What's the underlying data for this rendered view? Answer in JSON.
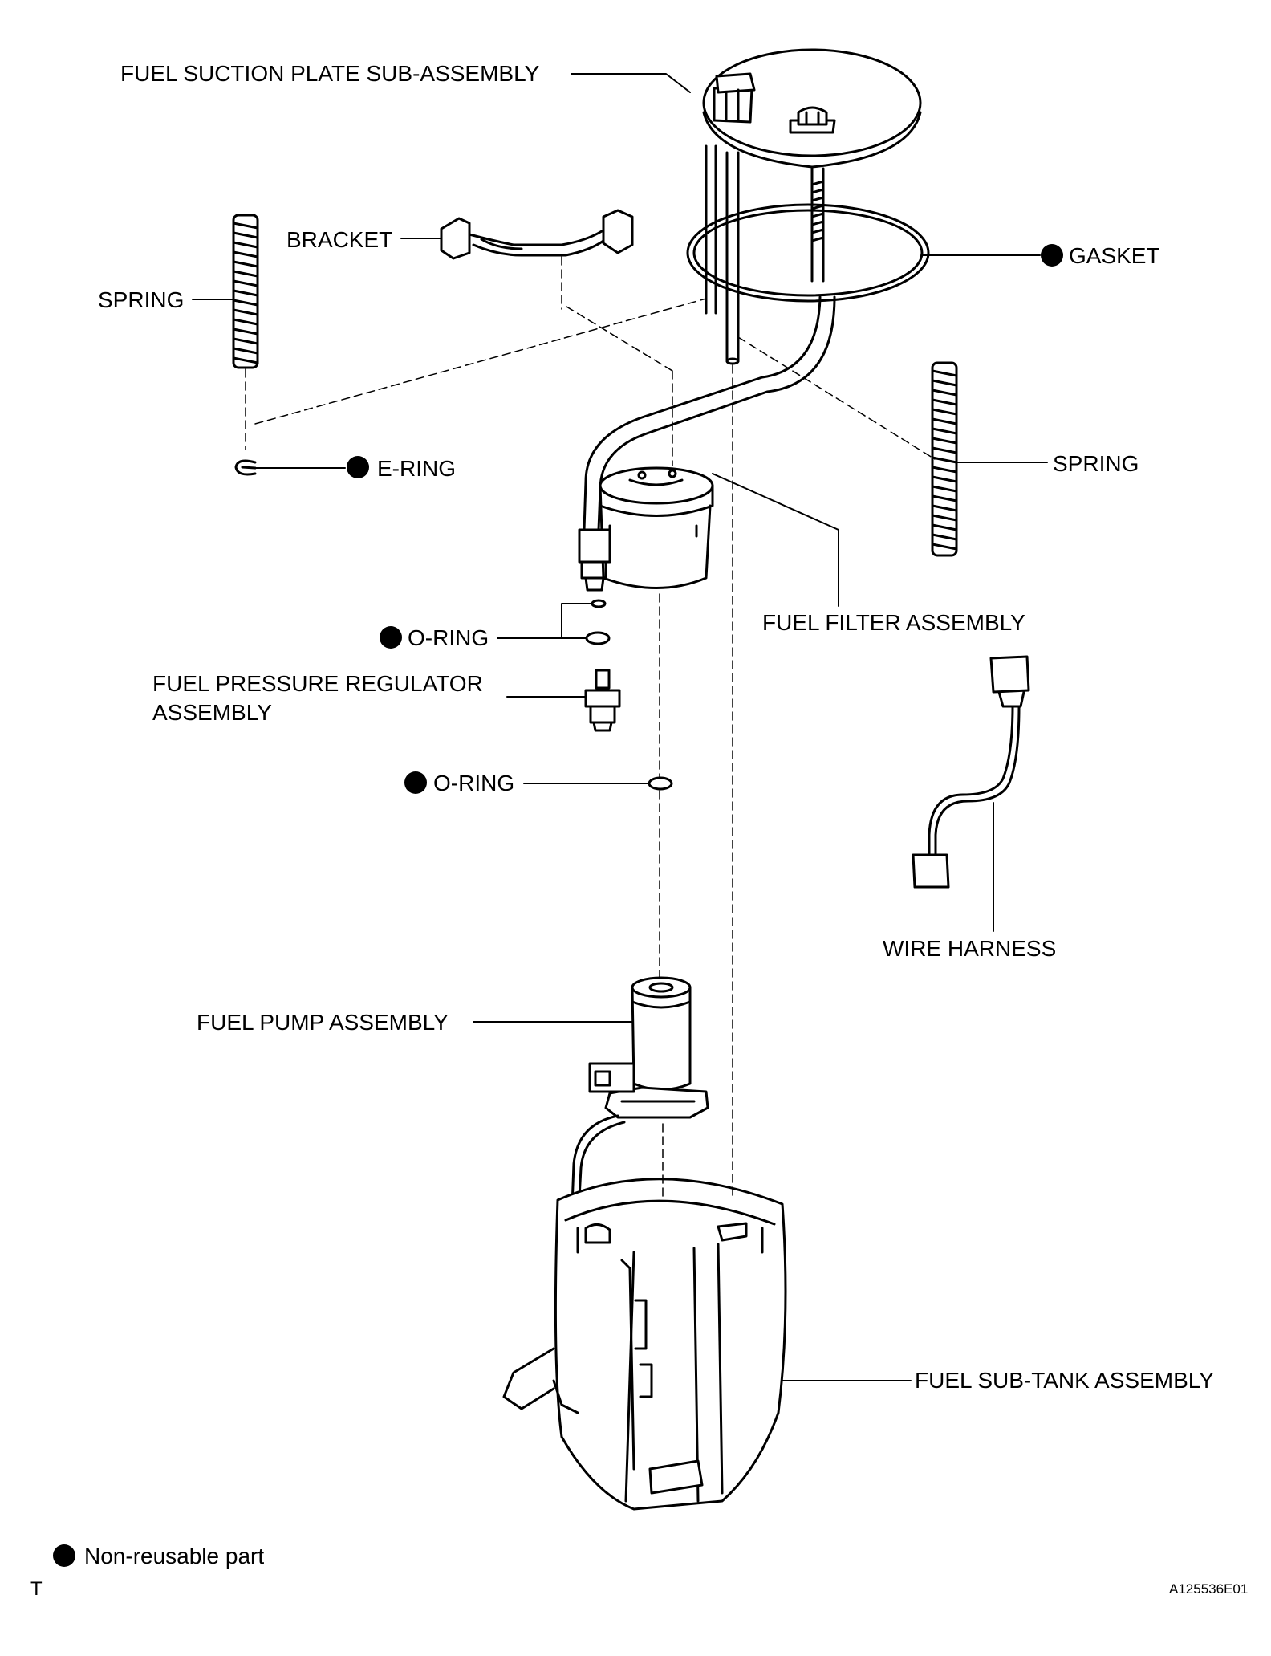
{
  "labels": {
    "fuel_suction_plate": "FUEL SUCTION PLATE SUB-ASSEMBLY",
    "bracket": "BRACKET",
    "gasket": "GASKET",
    "spring_left": "SPRING",
    "spring_right": "SPRING",
    "e_ring": "E-RING",
    "fuel_filter": "FUEL FILTER ASSEMBLY",
    "o_ring_upper": "O-RING",
    "fuel_pressure_regulator_line1": "FUEL PRESSURE REGULATOR",
    "fuel_pressure_regulator_line2": "ASSEMBLY",
    "o_ring_lower": "O-RING",
    "wire_harness": "WIRE HARNESS",
    "fuel_pump": "FUEL PUMP ASSEMBLY",
    "fuel_sub_tank": "FUEL SUB-TANK ASSEMBLY"
  },
  "legend": {
    "text": "Non-reusable part"
  },
  "footer": {
    "left_code": "T",
    "figure_id": "A125536E01"
  },
  "colors": {
    "ink": "#000000",
    "background": "#ffffff"
  }
}
